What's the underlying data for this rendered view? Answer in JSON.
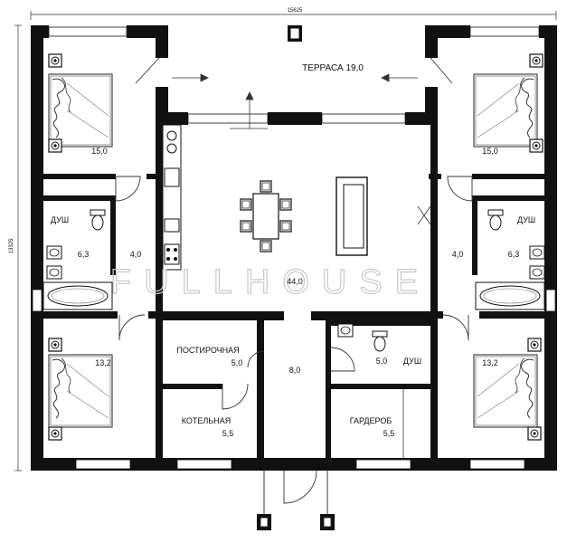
{
  "dimensions": {
    "width_mm": "15625",
    "height_mm": "13325"
  },
  "watermark": "FULLHOUSE",
  "rooms": {
    "terrace": "ТЕРРАСА 19,0",
    "bedroom_top_left": "15,0",
    "bedroom_top_right": "15,0",
    "shower_left_label": "ДУШ",
    "shower_left_area": "6,3",
    "shower_right_label": "ДУШ",
    "shower_right_area": "6,3",
    "hall_left": "4,0",
    "hall_right": "4,0",
    "living": "44,0",
    "bedroom_bottom_left": "13,2",
    "bedroom_bottom_right": "13,2",
    "laundry_label": "ПОСТИРОЧНАЯ",
    "laundry_area": "5,0",
    "boiler_label": "КОТЕЛЬНАЯ",
    "boiler_area": "5,5",
    "corridor": "8,0",
    "shower_center_label": "ДУШ",
    "shower_center_area": "5,0",
    "wardrobe_label": "ГАРДЕРОБ",
    "wardrobe_area": "5,5"
  }
}
